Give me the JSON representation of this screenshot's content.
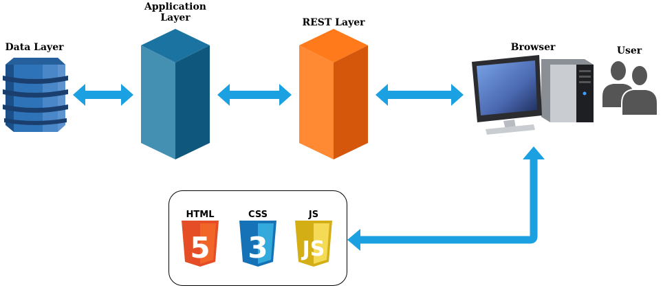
{
  "labels": {
    "data_layer": "Data Layer",
    "application_layer_line1": "Application",
    "application_layer_line2": "Layer",
    "rest_layer": "REST Layer",
    "browser": "Browser",
    "user": "User"
  },
  "badges": {
    "html": "HTML",
    "css": "CSS",
    "js": "JS",
    "html_glyph": "5",
    "css_glyph": "3",
    "js_glyph": "JS"
  },
  "colors": {
    "arrow": "#1ba1e2",
    "app_front": "#4390b3",
    "app_side": "#10577d",
    "app_top": "#1a73a0",
    "rest_front": "#ff8a33",
    "rest_side": "#d4570b",
    "rest_top": "#ff7a1a",
    "db_blue": "#2e73b8",
    "db_dark": "#1c4f87",
    "html_orange": "#e44d26",
    "css_blue": "#1572b6",
    "js_yellow": "#e5c21c",
    "user_gray": "#555555"
  },
  "icons": {
    "data_layer": "dynamodb-database-icon",
    "browser": "desktop-computer-icon",
    "user": "users-icon"
  }
}
